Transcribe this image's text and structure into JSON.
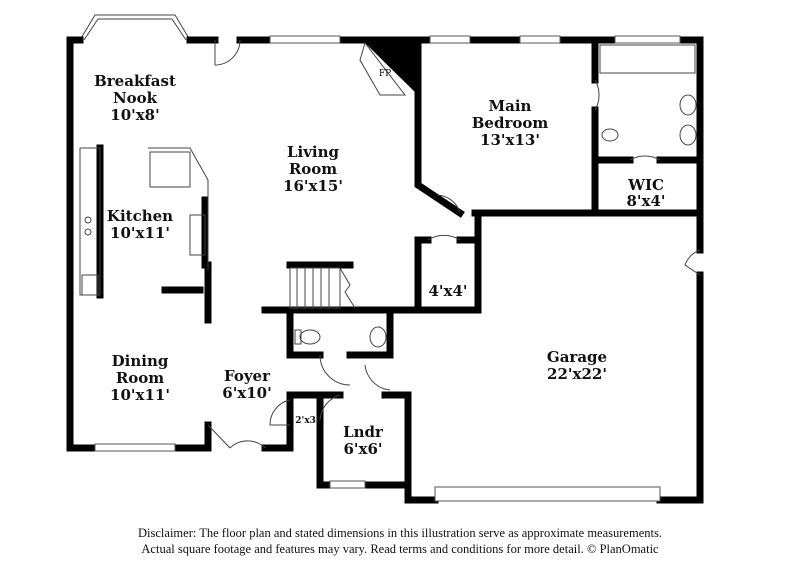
{
  "rooms": {
    "breakfast_nook": {
      "name1": "Breakfast",
      "name2": "Nook",
      "size": "10'x8'"
    },
    "living_room": {
      "name": "Living",
      "name2": "Room",
      "size": "16'x15'"
    },
    "main_bedroom": {
      "name": "Main",
      "name2": "Bedroom",
      "size": "13'x13'"
    },
    "wic": {
      "name": "WIC",
      "size": "8'x4'"
    },
    "kitchen": {
      "name": "Kitchen",
      "size": "10'x11'"
    },
    "closet_4x4": {
      "size": "4'x4'"
    },
    "dining_room": {
      "name": "Dining",
      "name2": "Room",
      "size": "10'x11'"
    },
    "foyer": {
      "name": "Foyer",
      "size": "6'x10'"
    },
    "closet_2x3": {
      "size": "2'x3'"
    },
    "laundry": {
      "name": "Lndr",
      "size": "6'x6'"
    },
    "garage": {
      "name": "Garage",
      "size": "22'x22'"
    },
    "fireplace": {
      "label": "FP"
    }
  },
  "disclaimer": {
    "line1": "Disclaimer: The floor plan and stated dimensions in this illustration serve as approximate measurements.",
    "line2": "Actual square footage and features may vary. Read terms and conditions for more detail. © PlanOmatic"
  }
}
